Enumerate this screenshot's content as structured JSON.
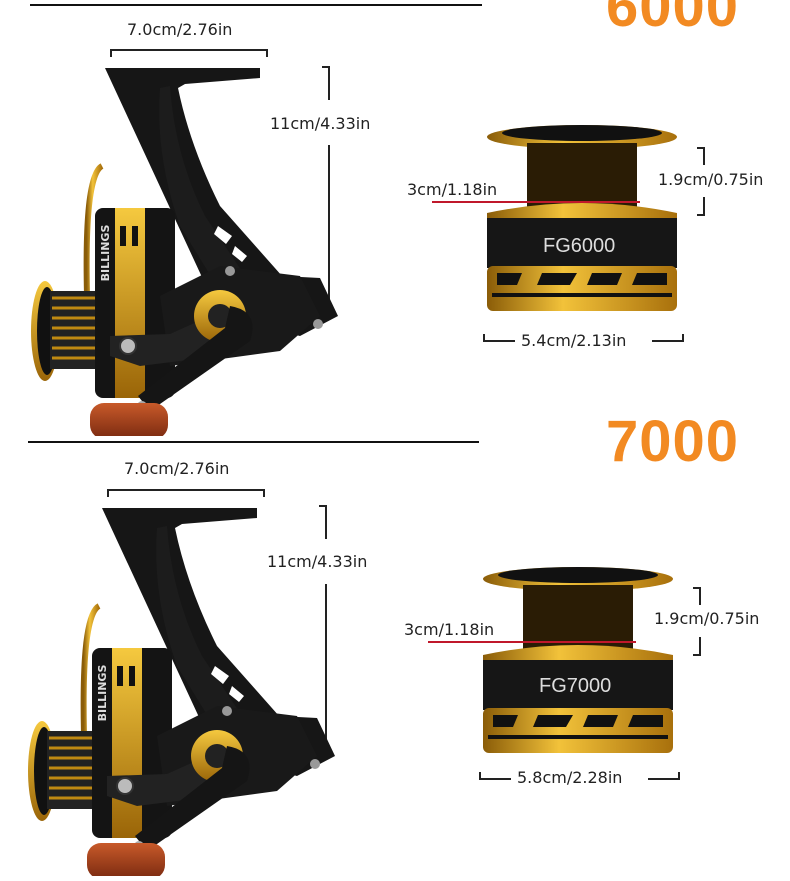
{
  "sections": [
    {
      "model": "6000",
      "reel": {
        "brand": "BILLINGS",
        "width": "7.0cm/2.76in",
        "height": "11cm/4.33in"
      },
      "spool": {
        "label": "FG6000",
        "depth": "3cm/1.18in",
        "height": "1.9cm/0.75in",
        "diameter": "5.4cm/2.13in"
      }
    },
    {
      "model": "7000",
      "reel": {
        "brand": "BILLINGS",
        "width": "7.0cm/2.76in",
        "height": "11cm/4.33in"
      },
      "spool": {
        "label": "FG7000",
        "depth": "3cm/1.18in",
        "height": "1.9cm/0.75in",
        "diameter": "5.8cm/2.28in"
      }
    }
  ],
  "colors": {
    "accent": "#f28a22",
    "gold": "#d9a21a",
    "body": "#1a1a1a",
    "knob": "#a8431c",
    "marker": "#c0182b"
  }
}
